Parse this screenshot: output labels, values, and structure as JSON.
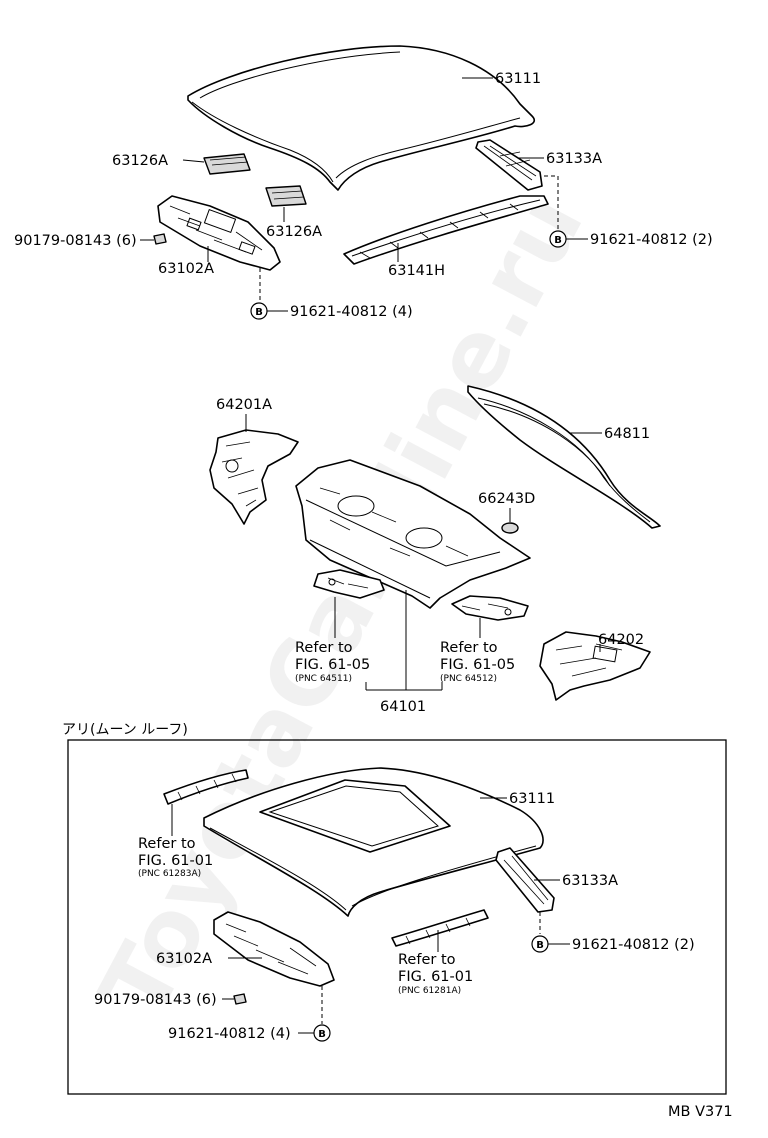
{
  "watermark": "ToyotaCarMine.ru",
  "top": {
    "roof_panel": "63111",
    "sheet_a": "63126A",
    "sheet_b": "63126A",
    "side_rail_rear": "63133A",
    "header_front": "63102A",
    "header_rear": "63141H",
    "clip": "90179-08143 (6)",
    "bolt_marker": "B",
    "bolt_front": "91621-40812 (4)",
    "bolt_rear": "91621-40812 (2)"
  },
  "middle": {
    "side_left": "64201A",
    "window_glass": "64811",
    "grommet": "66243D",
    "side_right": "64202",
    "package_tray": "64101",
    "refer_left": {
      "line1": "Refer to",
      "line2": "FIG. 61-05",
      "pnc": "(PNC 64511)"
    },
    "refer_right": {
      "line1": "Refer to",
      "line2": "FIG. 61-05",
      "pnc": "(PNC 64512)"
    }
  },
  "bottom": {
    "section_title": "アリ(ムーン ルーフ)",
    "roof_panel": "63111",
    "side_rail_rear": "63133A",
    "header_front": "63102A",
    "bolt_marker": "B",
    "bolt_rear": "91621-40812 (2)",
    "bolt_front": "91621-40812 (4)",
    "clip": "90179-08143 (6)",
    "refer_left": {
      "line1": "Refer to",
      "line2": "FIG. 61-01",
      "pnc": "(PNC 61283A)"
    },
    "refer_right": {
      "line1": "Refer to",
      "line2": "FIG. 61-01",
      "pnc": "(PNC 61281A)"
    }
  },
  "footer_code": "MB V371"
}
